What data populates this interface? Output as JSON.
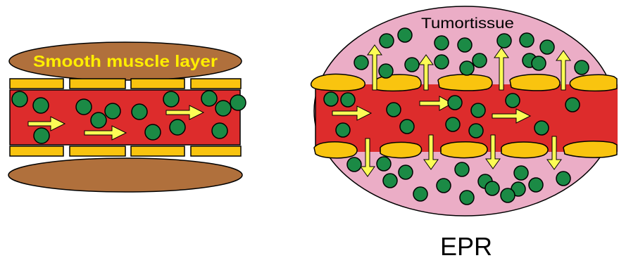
{
  "labels": {
    "smooth_muscle": "Smooth muscle layer",
    "tumor_tissue": "Tumortissue",
    "caption": "EPR"
  },
  "colors": {
    "muscle": "#b0703c",
    "muscle_text": "#ffee00",
    "vessel": "#dd2c2c",
    "wall": "#f9c40f",
    "particle": "#1b8a45",
    "arrow": "#fcfc55",
    "tumor": "#ebadc6",
    "outline": "#000000"
  }
}
